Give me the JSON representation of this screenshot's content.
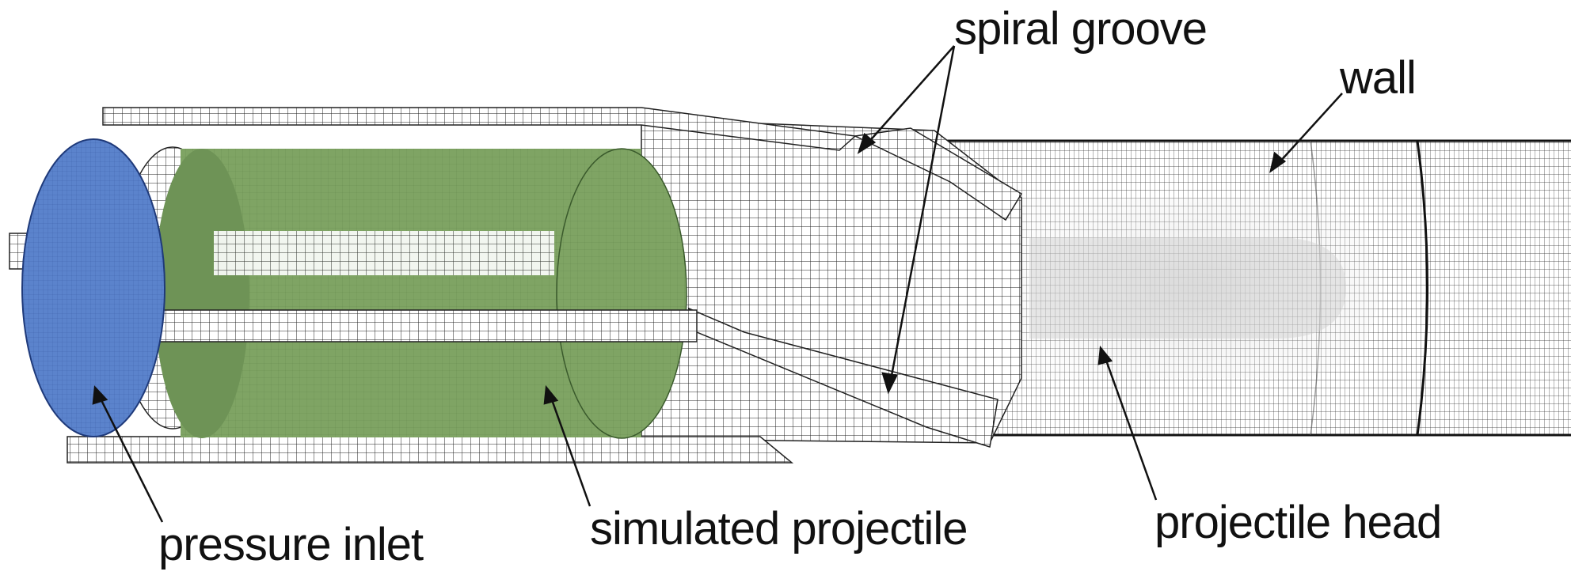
{
  "labels": {
    "spiral_groove": "spiral groove",
    "wall": "wall",
    "pressure_inlet": "pressure inlet",
    "simulated_projectile": "simulated projectile",
    "projectile_head": "projectile head"
  },
  "colors": {
    "inlet": "#5b83cc",
    "projectile": "#7fa464",
    "mesh_line": "#222222",
    "background": "#ffffff"
  }
}
